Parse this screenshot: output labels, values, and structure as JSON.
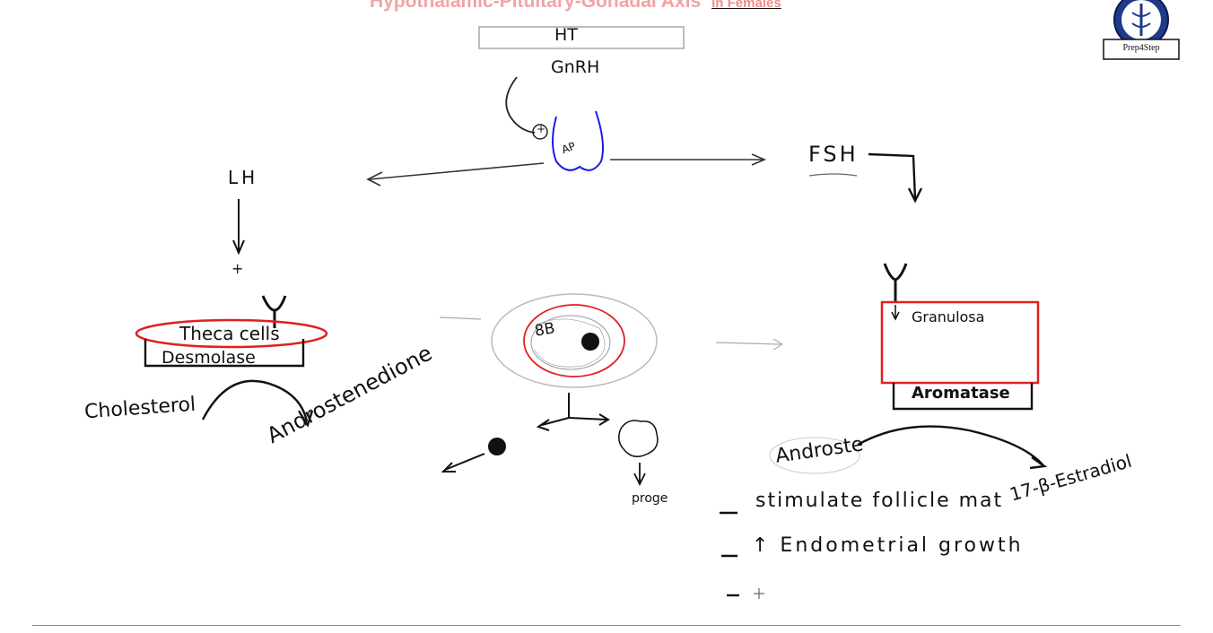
{
  "header": {
    "title": "Hypothalamic-Pituitary-Gonadal Axis",
    "subtitle": "in Females"
  },
  "logo": {
    "text": "Prep4Step",
    "icon": "caduceus-seal-icon"
  },
  "diagram": {
    "hypothalamus": "HT",
    "gnrh": "GnRH",
    "stimulate_sign": "+",
    "pituitary": "AP",
    "lh": "LH",
    "fsh": "FSH",
    "lh_plus": "+",
    "theca": "Theca cells",
    "desmolase": "Desmolase",
    "cholesterol": "Cholesterol",
    "androstenedione": "Androstenedione",
    "granulosa": "Granulosa",
    "aromatase": "Aromatase",
    "androste": "Androste",
    "estradiol": "17-β-Estradiol",
    "follicle_label": "8B",
    "progesterone": "proge",
    "effects": [
      "stimulate follicle mat",
      "↑ Endometrial growth",
      ""
    ]
  },
  "colors": {
    "title": "#f2a3a3",
    "pituitary": "#1c1ce0",
    "highlight": "#e02020"
  }
}
